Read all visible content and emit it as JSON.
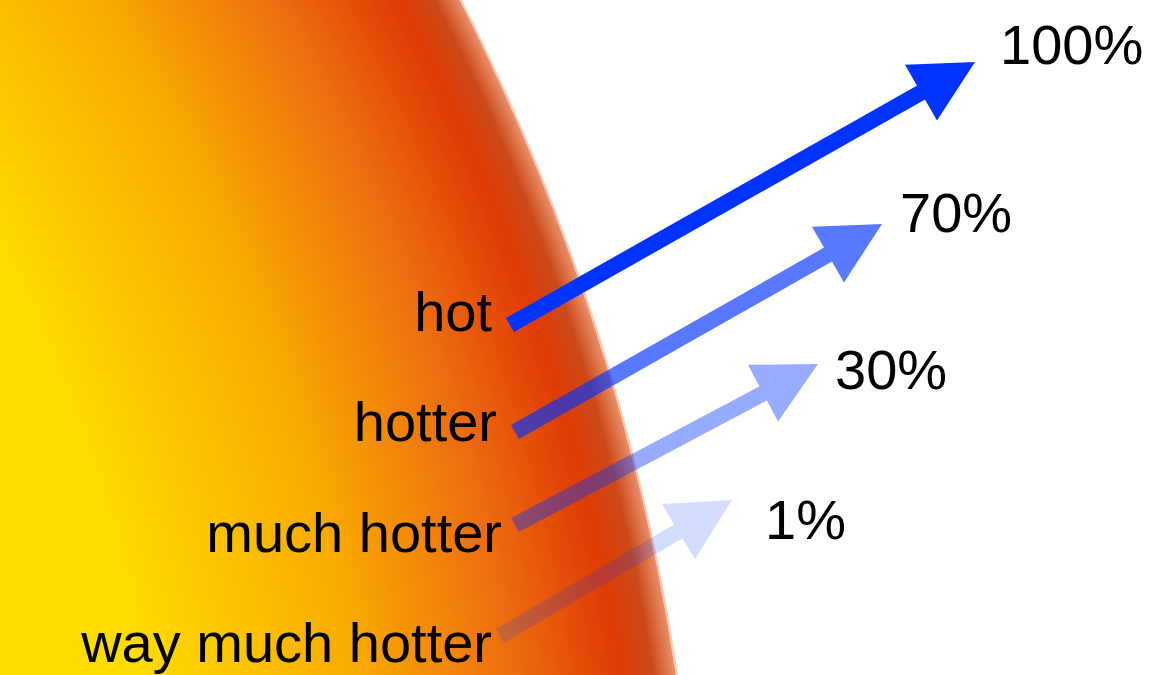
{
  "diagram": {
    "labels": [
      "hot",
      "hotter",
      "much hotter",
      "way much hotter",
      "100%",
      "70%",
      "30%",
      "1%"
    ]
  }
}
